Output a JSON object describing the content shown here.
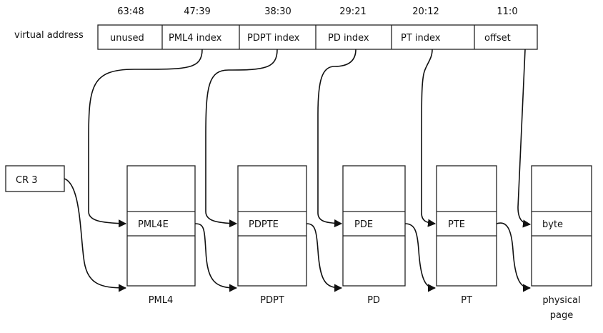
{
  "address": {
    "label": "virtual address",
    "fields": [
      {
        "bits": "63:48",
        "name": "unused"
      },
      {
        "bits": "47:39",
        "name": "PML4 index"
      },
      {
        "bits": "38:30",
        "name": "PDPT index"
      },
      {
        "bits": "29:21",
        "name": "PD index"
      },
      {
        "bits": "20:12",
        "name": "PT index"
      },
      {
        "bits": "11:0",
        "name": "offset"
      }
    ]
  },
  "cr3": {
    "label": "CR 3"
  },
  "tables": [
    {
      "entry": "PML4E",
      "name": "PML4"
    },
    {
      "entry": "PDPTE",
      "name": "PDPT"
    },
    {
      "entry": "PDE",
      "name": "PD"
    },
    {
      "entry": "PTE",
      "name": "PT"
    },
    {
      "entry": "byte",
      "name_line1": "physical",
      "name_line2": "page"
    }
  ]
}
